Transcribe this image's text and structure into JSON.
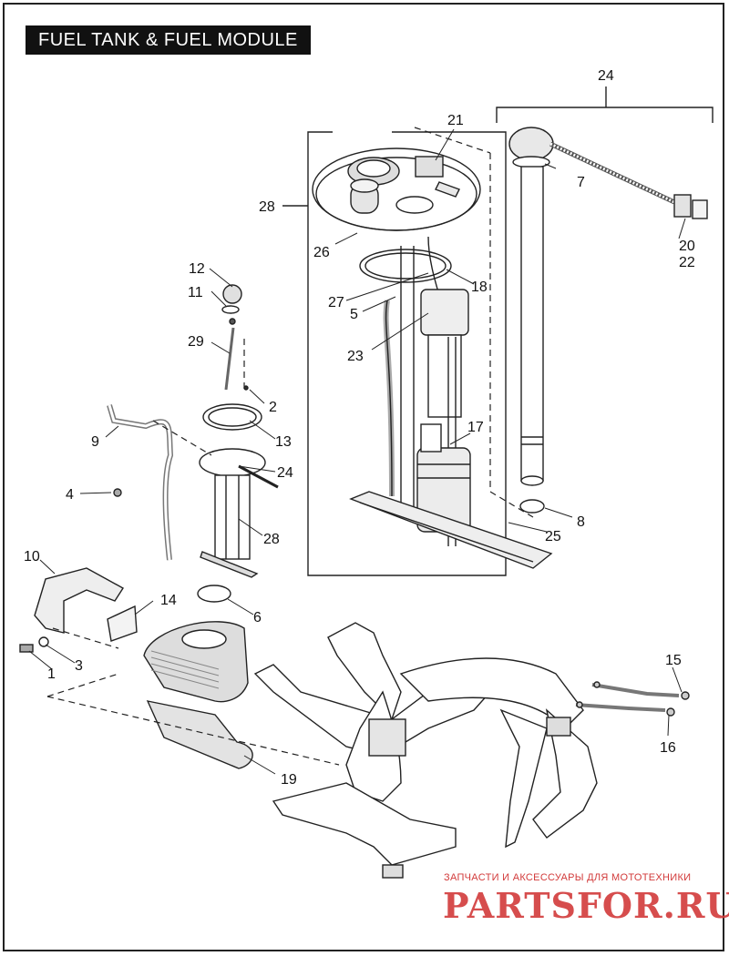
{
  "title": "FUEL TANK & FUEL MODULE",
  "callouts": [
    "1",
    "2",
    "3",
    "4",
    "5",
    "6",
    "7",
    "8",
    "9",
    "10",
    "11",
    "12",
    "13",
    "14",
    "15",
    "16",
    "17",
    "18",
    "19",
    "20",
    "21",
    "22",
    "23",
    "24",
    "24",
    "25",
    "26",
    "27",
    "28",
    "28",
    "29"
  ],
  "watermark": {
    "tagline": "ЗАПЧАСТИ И АКСЕССУАРЫ ДЛЯ МОТОТЕХНИКИ",
    "logo": "PARTSFOR.RU",
    "color": "#d23a3a"
  }
}
